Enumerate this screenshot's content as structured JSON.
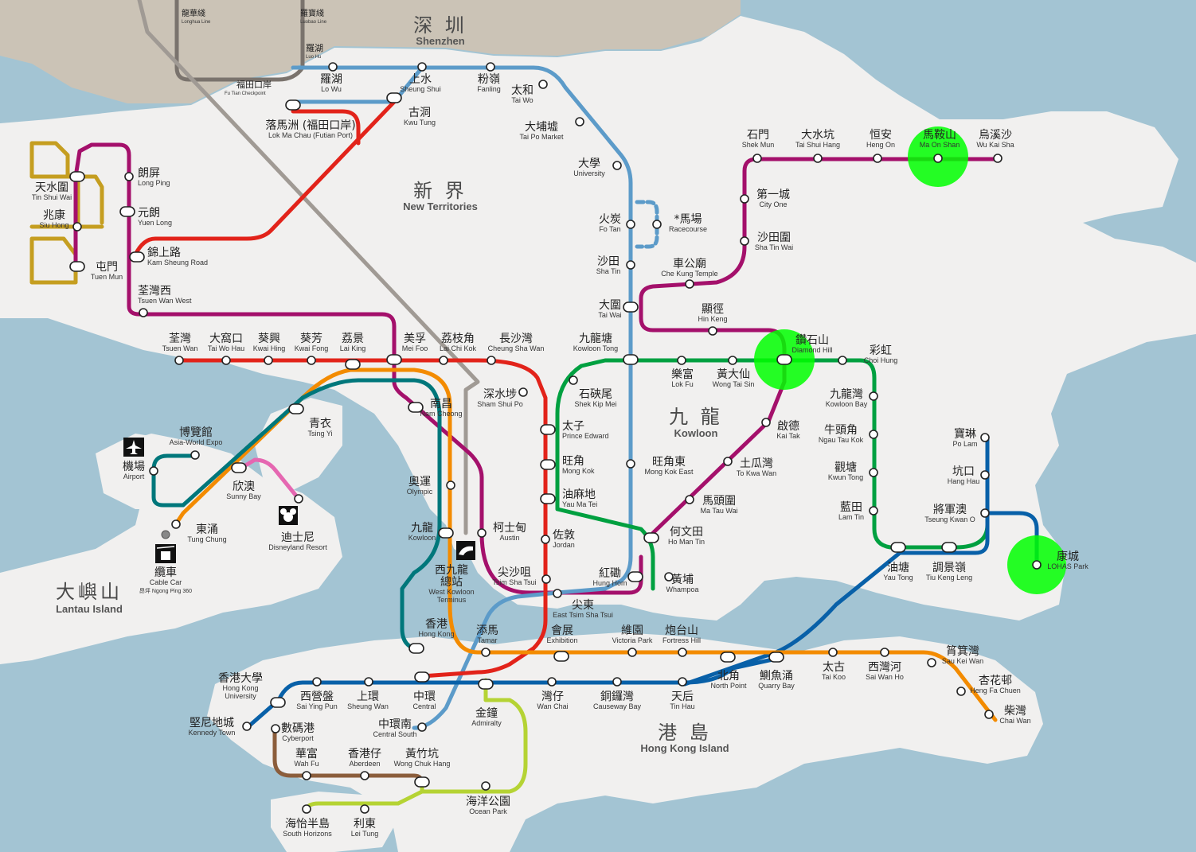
{
  "regions": {
    "shenzhen": {
      "zh": "深 圳",
      "en": "Shenzhen"
    },
    "new_territories": {
      "zh": "新 界",
      "en": "New Territories"
    },
    "kowloon": {
      "zh": "九 龍",
      "en": "Kowloon"
    },
    "hong_kong_island": {
      "zh": "港 島",
      "en": "Hong Kong Island"
    },
    "lantau": {
      "zh": "大嶼山",
      "en": "Lantau Island"
    }
  },
  "shenzhen_lines": {
    "longhua": {
      "zh": "龍華綫",
      "en": "Longhua Line"
    },
    "luobao": {
      "zh": "羅寶綫",
      "en": "Luobao Line"
    },
    "luohu": {
      "zh": "羅湖",
      "en": "Luo Hu"
    },
    "futian": {
      "zh": "福田口岸",
      "en": "Fu Tian Checkpoint"
    }
  },
  "colors": {
    "east_rail": "#5c9bc9",
    "west_rail": "#a4106b",
    "ma_on_shan": "#a4106b",
    "tsuen_wan": "#e2231a",
    "kwun_tong": "#00a040",
    "island": "#0860a8",
    "tung_chung": "#f38b00",
    "airport_express": "#00777b",
    "disneyland": "#e567b1",
    "tseung_kwan_o": "#7e3c93",
    "light_rail": "#c59e20",
    "south_island": "#b5d334",
    "shenzhen_line": "#a09a94",
    "highlight": "#00ff00"
  },
  "icons": {
    "airport": "airplane-icon",
    "cable_car": "cable-car-icon",
    "disneyland": "mickey-icon",
    "terminus": "train-icon"
  },
  "stations": {
    "lo_wu": {
      "zh": "羅湖",
      "en": "Lo Wu"
    },
    "sheung_shui": {
      "zh": "上水",
      "en": "Sheung Shui"
    },
    "fanling": {
      "zh": "粉嶺",
      "en": "Fanling"
    },
    "tai_wo": {
      "zh": "太和",
      "en": "Tai Wo"
    },
    "tai_po_market": {
      "zh": "大埔墟",
      "en": "Tai Po Market"
    },
    "university": {
      "zh": "大學",
      "en": "University"
    },
    "fo_tan": {
      "zh": "火炭",
      "en": "Fo Tan"
    },
    "racecourse": {
      "zh": "*馬場",
      "en": "Racecourse"
    },
    "sha_tin": {
      "zh": "沙田",
      "en": "Sha Tin"
    },
    "tai_wai": {
      "zh": "大圍",
      "en": "Tai Wai"
    },
    "kowloon_tong": {
      "zh": "九龍塘",
      "en": "Kowloon Tong"
    },
    "mong_kok_east": {
      "zh": "旺角東",
      "en": "Mong Kok East"
    },
    "hung_hom": {
      "zh": "紅磡",
      "en": "Hung Hom"
    },
    "east_tsim_sha_tsui": {
      "zh": "尖東",
      "en": "East Tsim Sha Tsui"
    },
    "kwu_tung": {
      "zh": "古洞",
      "en": "Kwu Tung"
    },
    "lok_ma_chau": {
      "zh": "落馬洲",
      "zh_sub": "(福田口岸)",
      "en": "Lok Ma Chau",
      "en_sub": "(Futian Port)"
    },
    "tin_shui_wai": {
      "zh": "天水圍",
      "en": "Tin Shui Wai"
    },
    "siu_hong": {
      "zh": "兆康",
      "en": "Siu Hong"
    },
    "tuen_mun": {
      "zh": "屯門",
      "en": "Tuen Mun"
    },
    "long_ping": {
      "zh": "朗屏",
      "en": "Long Ping"
    },
    "yuen_long": {
      "zh": "元朗",
      "en": "Yuen Long"
    },
    "kam_sheung_road": {
      "zh": "錦上路",
      "en": "Kam Sheung Road"
    },
    "tsuen_wan_west": {
      "zh": "荃灣西",
      "en": "Tsuen Wan West"
    },
    "tsuen_wan": {
      "zh": "荃灣",
      "en": "Tsuen Wan"
    },
    "tai_wo_hau": {
      "zh": "大窩口",
      "en": "Tai Wo Hau"
    },
    "kwai_hing": {
      "zh": "葵興",
      "en": "Kwai Hing"
    },
    "kwai_fong": {
      "zh": "葵芳",
      "en": "Kwai Fong"
    },
    "lai_king": {
      "zh": "荔景",
      "en": "Lai King"
    },
    "mei_foo": {
      "zh": "美孚",
      "en": "Mei Foo"
    },
    "lai_chi_kok": {
      "zh": "荔枝角",
      "en": "Lai Chi Kok"
    },
    "cheung_sha_wan": {
      "zh": "長沙灣",
      "en": "Cheung Sha Wan"
    },
    "sham_shui_po": {
      "zh": "深水埗",
      "en": "Sham Shui Po"
    },
    "nam_cheong": {
      "zh": "南昌",
      "en": "Nam Cheong"
    },
    "prince_edward": {
      "zh": "太子",
      "en": "Prince Edward"
    },
    "mong_kok": {
      "zh": "旺角",
      "en": "Mong Kok"
    },
    "yau_ma_tei": {
      "zh": "油麻地",
      "en": "Yau Ma Tei"
    },
    "jordan": {
      "zh": "佐敦",
      "en": "Jordan"
    },
    "tsim_sha_tsui": {
      "zh": "尖沙咀",
      "en": "Tsim Sha Tsui"
    },
    "shek_kip_mei": {
      "zh": "石硤尾",
      "en": "Shek Kip Mei"
    },
    "lok_fu": {
      "zh": "樂富",
      "en": "Lok Fu"
    },
    "wong_tai_sin": {
      "zh": "黃大仙",
      "en": "Wong Tai Sin"
    },
    "diamond_hill": {
      "zh": "鑽石山",
      "en": "Diamond Hill"
    },
    "choi_hung": {
      "zh": "彩虹",
      "en": "Choi Hung"
    },
    "kowloon_bay": {
      "zh": "九龍灣",
      "en": "Kowloon Bay"
    },
    "ngau_tau_kok": {
      "zh": "牛頭角",
      "en": "Ngau Tau Kok"
    },
    "kwun_tong": {
      "zh": "觀塘",
      "en": "Kwun Tong"
    },
    "lam_tin": {
      "zh": "藍田",
      "en": "Lam Tin"
    },
    "yau_tong": {
      "zh": "油塘",
      "en": "Yau Tong"
    },
    "tiu_keng_leng": {
      "zh": "調景嶺",
      "en": "Tiu Keng Leng"
    },
    "tseung_kwan_o": {
      "zh": "將軍澳",
      "en": "Tseung Kwan O"
    },
    "hang_hau": {
      "zh": "坑口",
      "en": "Hang Hau"
    },
    "po_lam": {
      "zh": "寶琳",
      "en": "Po Lam"
    },
    "lohas_park": {
      "zh": "康城",
      "en": "LOHAS Park"
    },
    "whampoa": {
      "zh": "黃埔",
      "en": "Whampoa"
    },
    "ho_man_tin": {
      "zh": "何文田",
      "en": "Ho Man Tin"
    },
    "ma_tau_wai": {
      "zh": "馬頭圍",
      "en": "Ma Tau Wai"
    },
    "to_kwa_wan": {
      "zh": "土瓜灣",
      "en": "To Kwa Wan"
    },
    "kai_tak": {
      "zh": "啟德",
      "en": "Kai Tak"
    },
    "hin_keng": {
      "zh": "顯徑",
      "en": "Hin Keng"
    },
    "che_kung_temple": {
      "zh": "車公廟",
      "en": "Che Kung Temple"
    },
    "sha_tin_wai": {
      "zh": "沙田圍",
      "en": "Sha Tin Wai"
    },
    "city_one": {
      "zh": "第一城",
      "en": "City One"
    },
    "shek_mun": {
      "zh": "石門",
      "en": "Shek Mun"
    },
    "tai_shui_hang": {
      "zh": "大水坑",
      "en": "Tai Shui Hang"
    },
    "heng_on": {
      "zh": "恒安",
      "en": "Heng On"
    },
    "ma_on_shan": {
      "zh": "馬鞍山",
      "en": "Ma On Shan"
    },
    "wu_kai_sha": {
      "zh": "烏溪沙",
      "en": "Wu Kai Sha"
    },
    "tsing_yi": {
      "zh": "青衣",
      "en": "Tsing Yi"
    },
    "asia_world_expo": {
      "zh": "博覽館",
      "en": "Asia-World Expo"
    },
    "airport": {
      "zh": "機場",
      "en": "Airport"
    },
    "sunny_bay": {
      "zh": "欣澳",
      "en": "Sunny Bay"
    },
    "disneyland_resort": {
      "zh": "迪士尼",
      "en": "Disneyland Resort"
    },
    "tung_chung": {
      "zh": "東涌",
      "en": "Tung Chung"
    },
    "cable_car": {
      "zh": "纜車",
      "en": "Cable Car",
      "en_sub": "昂坪 Ngong Ping 360"
    },
    "olympic": {
      "zh": "奧運",
      "en": "Olympic"
    },
    "kowloon": {
      "zh": "九龍",
      "en": "Kowloon"
    },
    "austin": {
      "zh": "柯士甸",
      "en": "Austin"
    },
    "west_kowloon": {
      "zh": "西九龍",
      "zh2": "總站",
      "en": "West Kowloon",
      "en2": "Terminus"
    },
    "hong_kong": {
      "zh": "香港",
      "en": "Hong Kong"
    },
    "tamar": {
      "zh": "添馬",
      "en": "Tamar"
    },
    "exhibition": {
      "zh": "會展",
      "en": "Exhibition"
    },
    "victoria_park": {
      "zh": "維園",
      "en": "Victoria Park"
    },
    "fortress_hill": {
      "zh": "炮台山",
      "en": "Fortress Hill"
    },
    "north_point": {
      "zh": "北角",
      "en": "North Point"
    },
    "quarry_bay": {
      "zh": "鰂魚涌",
      "en": "Quarry Bay"
    },
    "tai_koo": {
      "zh": "太古",
      "en": "Tai Koo"
    },
    "sai_wan_ho": {
      "zh": "西灣河",
      "en": "Sai Wan Ho"
    },
    "shau_kei_wan": {
      "zh": "筲箕灣",
      "en": "Sau Kei Wan"
    },
    "heng_fa_chuen": {
      "zh": "杏花邨",
      "en": "Heng Fa Chuen"
    },
    "chai_wan": {
      "zh": "柴灣",
      "en": "Chai Wan"
    },
    "hku": {
      "zh": "香港大學",
      "en": "Hong Kong",
      "en2": "University"
    },
    "sai_ying_pun": {
      "zh": "西營盤",
      "en": "Sai Ying Pun"
    },
    "sheung_wan": {
      "zh": "上環",
      "en": "Sheung Wan"
    },
    "central": {
      "zh": "中環",
      "en": "Central"
    },
    "admiralty": {
      "zh": "金鐘",
      "en": "Admiralty"
    },
    "wan_chai": {
      "zh": "灣仔",
      "en": "Wan Chai"
    },
    "causeway_bay": {
      "zh": "銅鑼灣",
      "en": "Causeway Bay"
    },
    "tin_hau": {
      "zh": "天后",
      "en": "Tin Hau"
    },
    "kennedy_town": {
      "zh": "堅尼地城",
      "en": "Kennedy Town"
    },
    "cyberport": {
      "zh": "數碼港",
      "en": "Cyberport"
    },
    "wah_fu": {
      "zh": "華富",
      "en": "Wah Fu"
    },
    "aberdeen": {
      "zh": "香港仔",
      "en": "Aberdeen"
    },
    "wong_chuk_hang": {
      "zh": "黃竹坑",
      "en": "Wong Chuk Hang"
    },
    "central_south": {
      "zh": "中環南",
      "en": "Central South"
    },
    "ocean_park": {
      "zh": "海洋公園",
      "en": "Ocean Park"
    },
    "south_horizons": {
      "zh": "海怡半島",
      "en": "South Horizons"
    },
    "lei_tung": {
      "zh": "利東",
      "en": "Lei Tung"
    }
  }
}
